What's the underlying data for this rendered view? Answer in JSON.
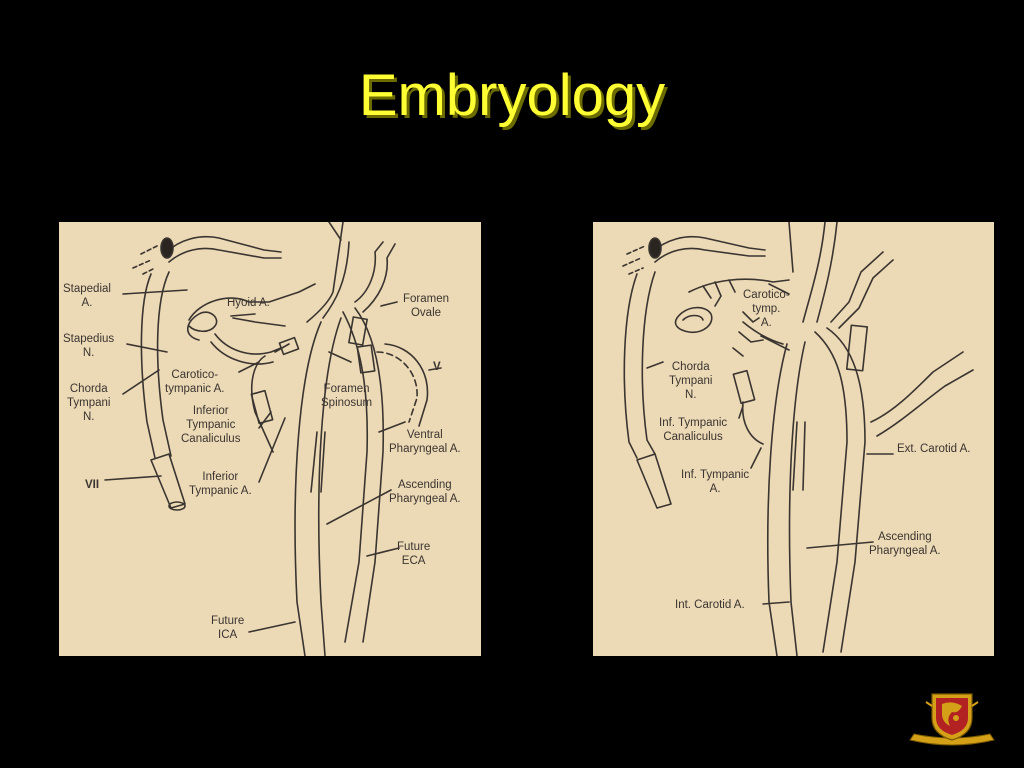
{
  "slide": {
    "title": "Embryology"
  },
  "left_figure": {
    "labels": {
      "stapedial": [
        "Stapedial",
        "A."
      ],
      "hyoid": [
        "Hyoid A."
      ],
      "foramen_ovale": [
        "Foramen",
        "Ovale"
      ],
      "stapedius": [
        "Stapedius",
        "N."
      ],
      "v_nerve": [
        "V"
      ],
      "caroticotympanic": [
        "Carotico-",
        "tympanic A."
      ],
      "chorda": [
        "Chorda",
        "Tympani",
        "N."
      ],
      "foramen_spinosum": [
        "Foramen",
        "Spinosum"
      ],
      "inf_canaliculus": [
        "Inferior",
        "Tympanic",
        "Canaliculus"
      ],
      "ventral_pharyngeal": [
        "Ventral",
        "Pharyngeal A."
      ],
      "vii": [
        "VII"
      ],
      "inferior_tympanic": [
        "Inferior",
        "Tympanic A."
      ],
      "ascending_pharyngeal": [
        "Ascending",
        "Pharyngeal A."
      ],
      "future_eca": [
        "Future",
        "ECA"
      ],
      "future_ica": [
        "Future",
        "ICA"
      ]
    }
  },
  "right_figure": {
    "labels": {
      "caroticotymp": [
        "Carotico-",
        "tymp.",
        "A."
      ],
      "chorda": [
        "Chorda",
        "Tympani",
        "N."
      ],
      "inf_canaliculus": [
        "Inf. Tympanic",
        "Canaliculus"
      ],
      "ext_carotid": [
        "Ext. Carotid A."
      ],
      "inf_tympanic": [
        "Inf. Tympanic",
        "A."
      ],
      "ascending_pharyngeal": [
        "Ascending",
        "Pharyngeal A."
      ],
      "int_carotid": [
        "Int. Carotid A."
      ]
    }
  },
  "logo": {
    "icon": "university-crest-icon",
    "colors": {
      "gold": "#d4a017",
      "red": "#b22222"
    }
  }
}
